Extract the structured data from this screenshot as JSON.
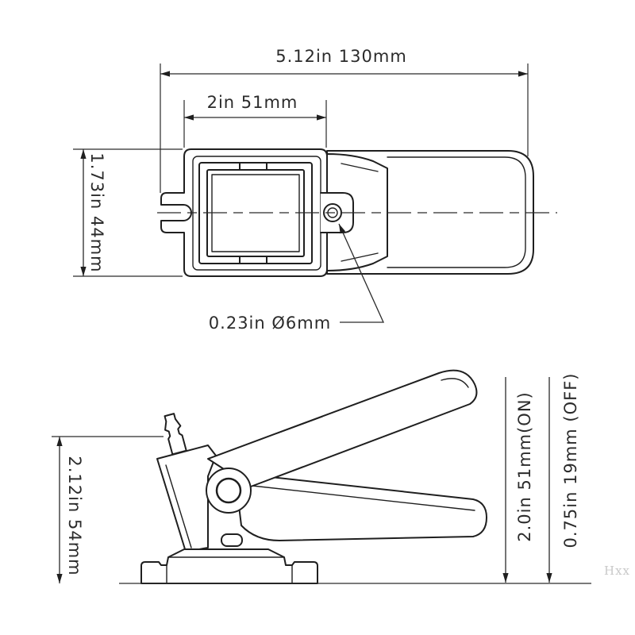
{
  "top_view": {
    "overall_length_label": "5.12in 130mm",
    "housing_length_label": "2in 51mm",
    "width_label": "1.73in 44mm",
    "mounting_hole_label": "0.23in Ø6mm"
  },
  "side_view": {
    "height_label": "2.12in 54mm",
    "on_level_label": "2.0in 51mm(ON)",
    "off_level_label": "0.75in 19mm (OFF)"
  },
  "watermark": "Hxx",
  "colors": {
    "background": "#ffffff",
    "line": "#1f1f1f",
    "text": "#2b2b2b",
    "watermark": "#c9c9c9"
  }
}
